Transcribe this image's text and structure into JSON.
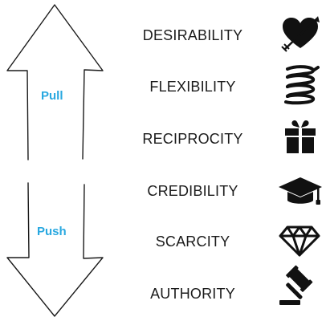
{
  "arrows": {
    "up": {
      "label": "Pull",
      "color": "#29a8e0",
      "icon": "hand-drawn-up-arrow"
    },
    "down": {
      "label": "Push",
      "color": "#29a8e0",
      "icon": "hand-drawn-down-arrow"
    }
  },
  "items": [
    {
      "label": "DESIRABILITY",
      "icon": "heart-with-arrow-icon"
    },
    {
      "label": "FLEXIBILITY",
      "icon": "spring-icon"
    },
    {
      "label": "RECIPROCITY",
      "icon": "gift-icon"
    },
    {
      "label": "CREDIBILITY",
      "icon": "graduation-cap-icon"
    },
    {
      "label": "SCARCITY",
      "icon": "diamond-icon"
    },
    {
      "label": "AUTHORITY",
      "icon": "gavel-icon"
    }
  ]
}
